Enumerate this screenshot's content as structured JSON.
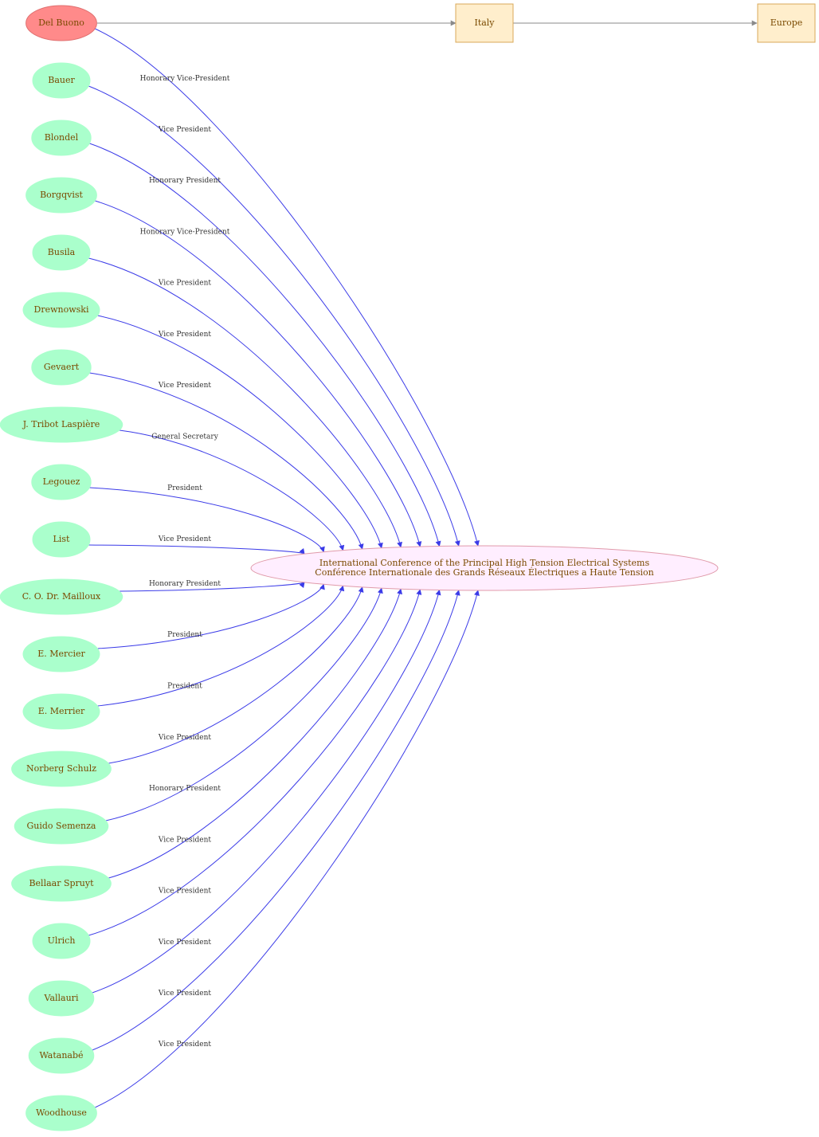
{
  "colors": {
    "edge": "#3b3be8",
    "arrow_gray": "#8a8a8a",
    "person_fill": "#aaffcc",
    "highlight_fill": "#ff8a8a",
    "box_fill": "#ffeecc",
    "box_stroke": "#d8a85a",
    "center_fill": "#ffeeff",
    "center_stroke": "#e09aaa"
  },
  "center": {
    "line1": "International Conference of the Principal High Tension Electrical Systems",
    "line2": "Conférence Internationale des Grands Réseaux Électriques a Haute Tension"
  },
  "places": {
    "country": "Italy",
    "region": "Europe"
  },
  "people": [
    {
      "name": "Del Buono",
      "role": "Honorary Vice-President",
      "highlight": true
    },
    {
      "name": "Bauer",
      "role": "Vice President"
    },
    {
      "name": "Blondel",
      "role": "Honorary President"
    },
    {
      "name": "Borgqvist",
      "role": "Honorary Vice-President"
    },
    {
      "name": "Busila",
      "role": "Vice President"
    },
    {
      "name": "Drewnowski",
      "role": "Vice President"
    },
    {
      "name": "Gevaert",
      "role": "Vice President"
    },
    {
      "name": "J. Tribot Laspière",
      "role": "General Secretary"
    },
    {
      "name": "Legouez",
      "role": "President"
    },
    {
      "name": "List",
      "role": "Vice President"
    },
    {
      "name": "C. O. Dr. Mailloux",
      "role": "Honorary President"
    },
    {
      "name": "E. Mercier",
      "role": "President"
    },
    {
      "name": "E. Merrier",
      "role": "President"
    },
    {
      "name": "Norberg Schulz",
      "role": "Vice President"
    },
    {
      "name": "Guido Semenza",
      "role": "Honorary President"
    },
    {
      "name": "Bellaar Spruyt",
      "role": "Vice President"
    },
    {
      "name": "Ulrich",
      "role": "Vice President"
    },
    {
      "name": "Vallauri",
      "role": "Vice President"
    },
    {
      "name": "Watanabé",
      "role": "Vice President"
    },
    {
      "name": "Woodhouse",
      "role": "Vice President"
    }
  ]
}
